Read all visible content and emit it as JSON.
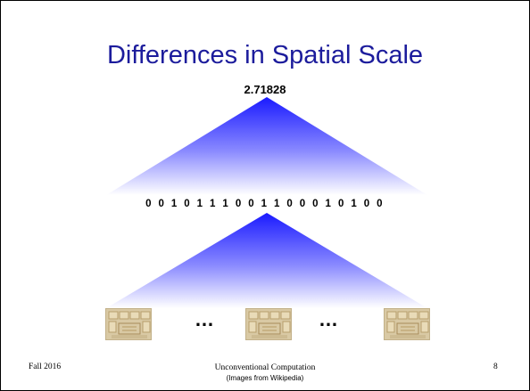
{
  "slide": {
    "title": "Differences in Spatial Scale",
    "top_value": "2.71828",
    "bit_string": "0 0 1 0 1 1 1 0 0 1 1 0 0 0 1 0 1 0 0",
    "ellipsis": "…",
    "chip_images": [
      {
        "icon": "chip-image-icon"
      },
      {
        "icon": "chip-image-icon"
      },
      {
        "icon": "chip-image-icon"
      }
    ],
    "colors": {
      "title": "#1c1c9c",
      "triangle_apex": "#1a1aff",
      "triangle_fade": "#ffffff",
      "border": "#000000"
    }
  },
  "footer": {
    "left": "Fall 2016",
    "center": "Unconventional Computation",
    "credit": "(Images from Wikipedia)",
    "page_number": "8"
  }
}
